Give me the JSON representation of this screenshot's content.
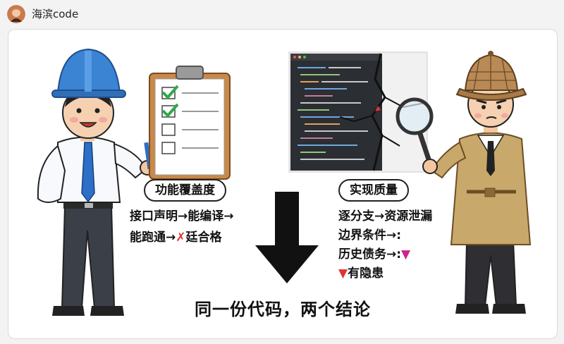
{
  "header": {
    "username": "海滨code"
  },
  "left": {
    "badge": "功能覆盖度",
    "line1": "接口声明→能编译→",
    "line2_prefix": "能跑通→",
    "line2_mark": "✗",
    "line2_suffix": "廷合格"
  },
  "right": {
    "badge": "实现质量",
    "line1": "逐分支→资源泄漏",
    "line2": "边界条件→:",
    "line3_prefix": "历史债务→:",
    "line4": "有隐患"
  },
  "conclusion": "同一份代码，两个结论",
  "colors": {
    "helmet": "#3b84d4",
    "tie": "#2c6fc7",
    "coat": "#c9a86b",
    "check": "#2fa84f",
    "panel": "#2b2e33"
  }
}
